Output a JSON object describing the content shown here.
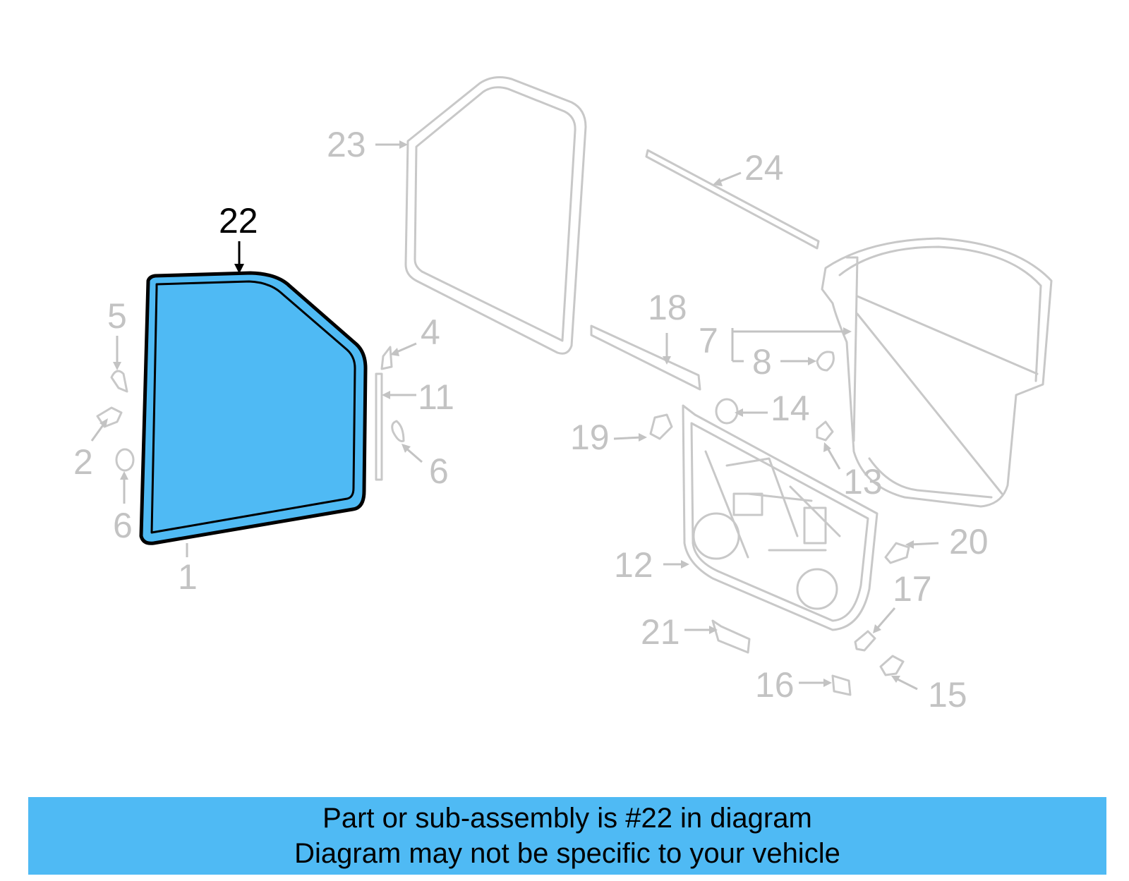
{
  "diagram": {
    "highlighted_part": "22",
    "highlight_color": "#4fbaf4",
    "callouts": [
      "1",
      "2",
      "4",
      "5",
      "6",
      "6",
      "7",
      "8",
      "11",
      "12",
      "13",
      "14",
      "15",
      "16",
      "17",
      "18",
      "19",
      "20",
      "21",
      "23",
      "24"
    ]
  },
  "caption": {
    "line1": "Part or sub-assembly is #22 in diagram",
    "line2": "Diagram may not be specific to your vehicle"
  }
}
